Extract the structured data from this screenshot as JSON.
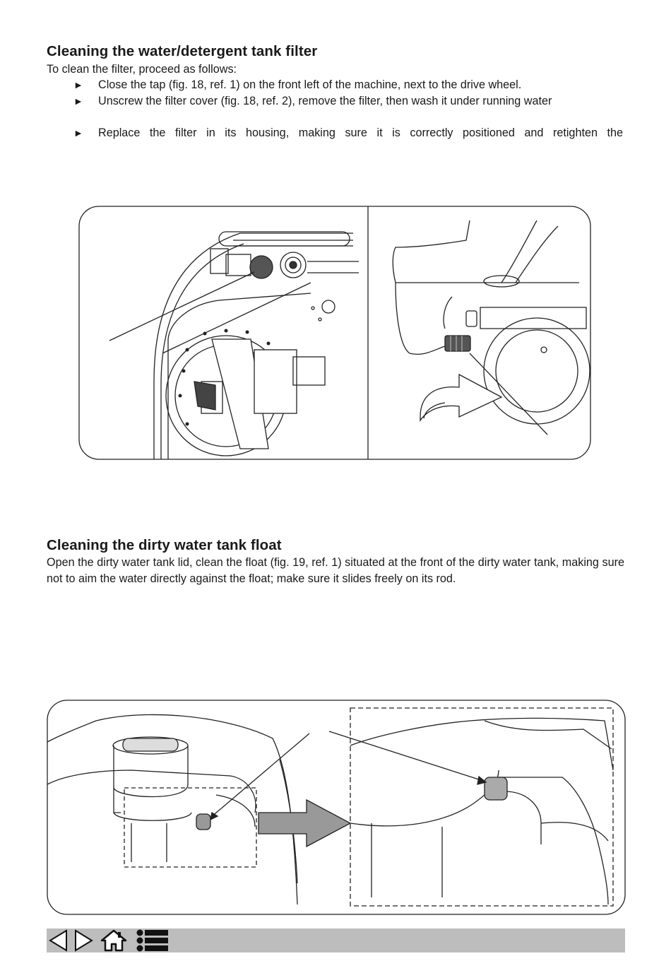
{
  "section1": {
    "title": "Cleaning the water/detergent tank filter",
    "intro": "To clean the filter, proceed as follows:",
    "bullets": [
      "Close the tap (fig. 18, ref. 1) on the front left of the machine, next to the drive wheel.",
      "Unscrew the filter cover (fig. 18, ref. 2), remove the filter, then wash it under running water",
      "Replace the filter in its housing, making sure it is correctly positioned and retighten the"
    ],
    "bullet_glyph": "►"
  },
  "section2": {
    "title": "Cleaning the dirty water tank float",
    "body": "Open the dirty water tank lid, clean the float (fig. 19, ref. 1) situated at the front of the dirty water tank, making sure not to aim the water directly against the float; make sure it slides freely on its rod."
  },
  "footer": {
    "icons": [
      "previous-page-icon",
      "next-page-icon",
      "home-icon",
      "index-list-icon"
    ],
    "bar_color": "#bdbdbd"
  }
}
